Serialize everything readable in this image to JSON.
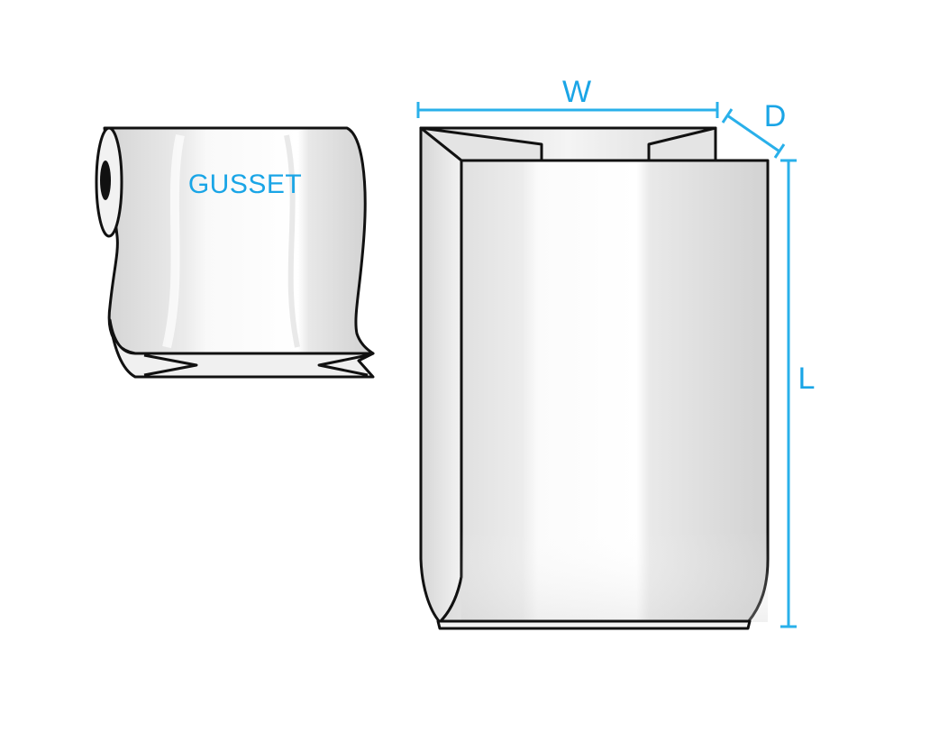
{
  "diagram": {
    "subject": "Gusseted poly bag on a roll",
    "roll": {
      "label": "GUSSET"
    },
    "bag": {
      "dimensions": {
        "width_label": "W",
        "depth_label": "D",
        "length_label": "L"
      }
    },
    "colors": {
      "annotation_blue": "#29b0ea",
      "label_blue": "#1aa5e6",
      "outline": "#111111",
      "film_light": "#f6f6f6",
      "film_mid": "#e2e2e2",
      "film_dark": "#cfcfcf",
      "background": "#ffffff"
    }
  }
}
